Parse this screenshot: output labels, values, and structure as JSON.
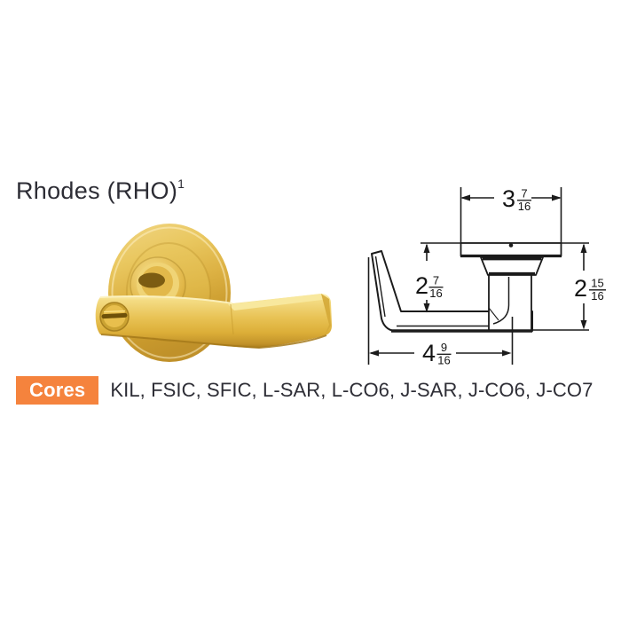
{
  "page": {
    "background": "#ffffff"
  },
  "product": {
    "title": "Rhodes (RHO)",
    "title_superscript": "1"
  },
  "photo": {
    "subject": "rhodes-lever-bright-brass",
    "finish_colors": {
      "highlight": "#FDF2BB",
      "base": "#E8C254",
      "deep": "#C0912A",
      "shadow": "#7C5C12"
    }
  },
  "diagram": {
    "line_color": "#1B1B1B",
    "dimensions": {
      "rose_width": {
        "whole": "3",
        "numerator": "7",
        "denominator": "16"
      },
      "lever_drop": {
        "whole": "2",
        "numerator": "7",
        "denominator": "16"
      },
      "overall_projection": {
        "whole": "2",
        "numerator": "15",
        "denominator": "16"
      },
      "lever_length": {
        "whole": "4",
        "numerator": "9",
        "denominator": "16"
      }
    }
  },
  "cores": {
    "badge_label": "Cores",
    "badge_color": "#F5833D",
    "badge_text_color": "#FFFFFF",
    "list": "KIL, FSIC, SFIC, L-SAR, L-CO6, J-SAR, J-CO6, J-CO7"
  }
}
